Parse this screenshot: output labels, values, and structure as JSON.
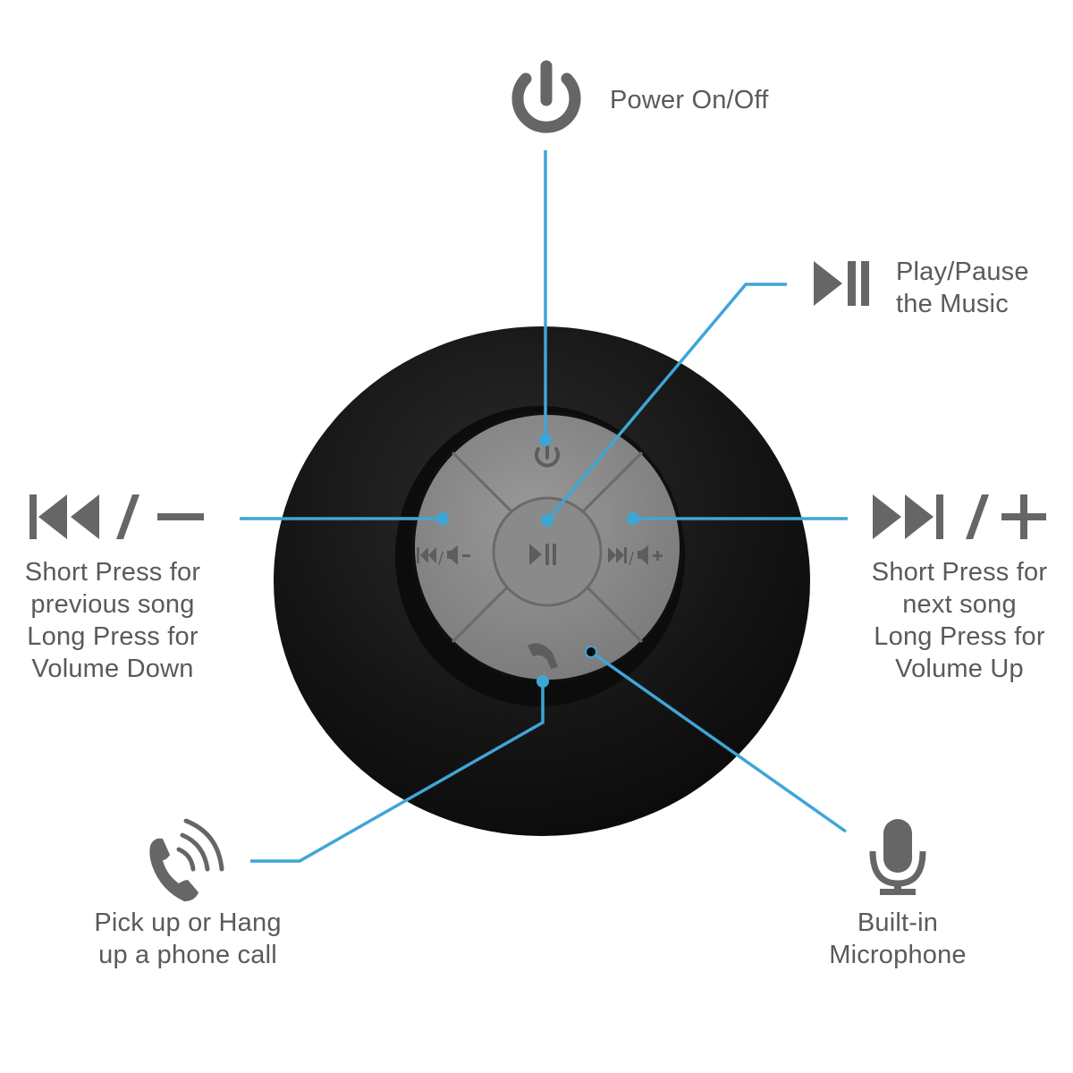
{
  "colors": {
    "background": "#ffffff",
    "icon_gray": "#666666",
    "text_gray": "#5a5a5a",
    "callout_blue": "#3ea6d6",
    "speaker_body": "#141414",
    "button_face": "#8a8a8a"
  },
  "callouts": {
    "power": {
      "icon": "power-icon",
      "text": "Power On/Off"
    },
    "play_pause": {
      "icon": "play-pause-icon",
      "lines": [
        "Play/Pause",
        "the Music"
      ]
    },
    "previous": {
      "icon": "previous-volume-down-icon",
      "lines": [
        "Short Press for",
        "previous song",
        "Long Press for",
        "Volume Down"
      ]
    },
    "next": {
      "icon": "next-volume-up-icon",
      "lines": [
        "Short Press for",
        "next song",
        "Long Press for",
        "Volume Up"
      ]
    },
    "phone": {
      "icon": "phone-ringing-icon",
      "lines": [
        "Pick up or Hang",
        "up a phone call"
      ]
    },
    "microphone": {
      "icon": "microphone-icon",
      "lines": [
        "Built-in",
        "Microphone"
      ]
    }
  },
  "speaker": {
    "button_labels": {
      "left": "⏮/◀−",
      "right": "⏭/◀+"
    }
  }
}
